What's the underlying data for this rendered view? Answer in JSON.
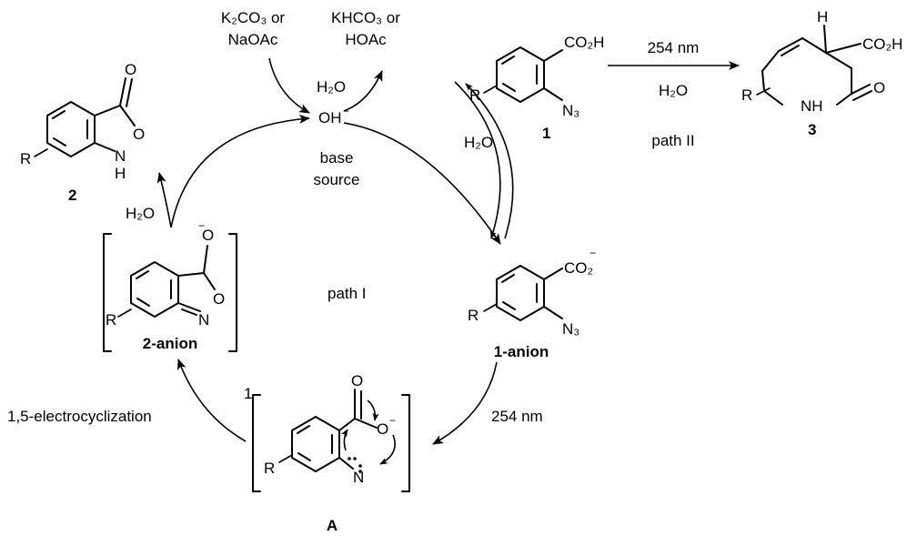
{
  "reagents": {
    "base_in_line1": "K₂CO₃ or",
    "base_in_line2": "NaOAc",
    "base_out_line1": "KHCO₃ or",
    "base_out_line2": "HOAc",
    "water_top": "H₂O",
    "hydroxide": "OH",
    "hydroxide_charge": "−",
    "base_source_line1": "base",
    "base_source_line2": "source",
    "water_right": "H₂O",
    "water_left": "H₂O"
  },
  "path_II": {
    "wavelength": "254 nm",
    "solvent": "H₂O",
    "label": "path II"
  },
  "path_I": {
    "label": "path I"
  },
  "step_labels": {
    "photolysis": "254 nm",
    "cyclization": "1,5-electrocyclization"
  },
  "compounds": {
    "c1": {
      "label": "1",
      "acid": "CO₂H",
      "azide": "N₃",
      "r": "R"
    },
    "c1_anion": {
      "label": "1-anion",
      "carboxylate": "CO₂",
      "charge": "−",
      "azide": "N₃",
      "r": "R"
    },
    "cA": {
      "label": "A",
      "spin": "1",
      "o_top": "O",
      "o_side": "O",
      "charge": "−",
      "n": "N",
      "r": "R"
    },
    "c2_anion": {
      "label": "2-anion",
      "o_top": "O",
      "charge": "−",
      "o_ring": "O",
      "n": "N",
      "r": "R"
    },
    "c2": {
      "label": "2",
      "o_carbonyl": "O",
      "o_ring": "O",
      "nh_n": "N",
      "nh_h": "H",
      "r": "R"
    },
    "c3": {
      "label": "3",
      "h": "H",
      "acid": "CO₂H",
      "o": "O",
      "nh": "NH",
      "r": "R"
    }
  }
}
